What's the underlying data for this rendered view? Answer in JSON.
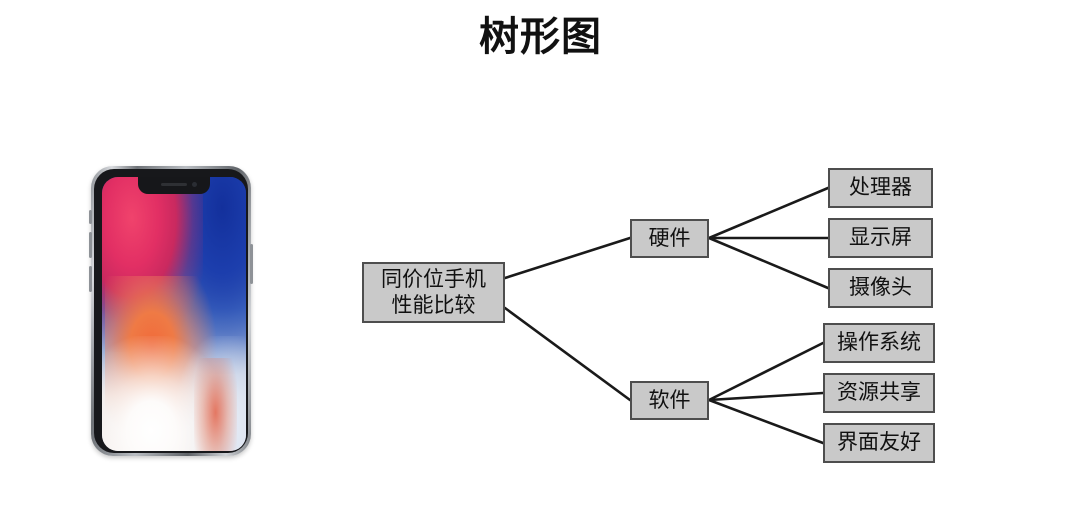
{
  "slide": {
    "title": "树形图",
    "background_color": "#ffffff"
  },
  "illustration": {
    "name": "smartphone-photo",
    "device": "iPhone X",
    "wallpaper_colors": [
      "#1b2f86",
      "#e22f64",
      "#f06a3a",
      "#ffffff"
    ],
    "frame_color": "#8d9196",
    "notch": {
      "speaker": "earpiece-speaker",
      "camera": "front-camera"
    }
  },
  "diagram": {
    "type": "tree",
    "node_fill": "#c9c9c9",
    "node_border": "#4e4e4e",
    "edge_color": "#1a1a1a",
    "root": {
      "id": "root",
      "label": "同价位手机\n性能比较"
    },
    "branches": [
      {
        "id": "hardware",
        "label": "硬件",
        "children": [
          {
            "id": "cpu",
            "label": "处理器"
          },
          {
            "id": "display",
            "label": "显示屏"
          },
          {
            "id": "camera",
            "label": "摄像头"
          }
        ]
      },
      {
        "id": "software",
        "label": "软件",
        "children": [
          {
            "id": "os",
            "label": "操作系统"
          },
          {
            "id": "share",
            "label": "资源共享"
          },
          {
            "id": "ui",
            "label": "界面友好"
          }
        ]
      }
    ]
  }
}
